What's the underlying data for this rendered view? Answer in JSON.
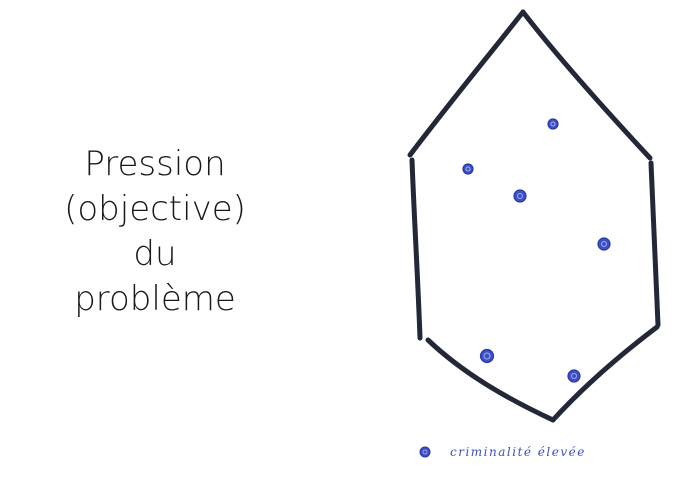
{
  "title": {
    "lines": [
      "Pression",
      "(objective)",
      "du",
      "problème"
    ]
  },
  "legend": {
    "label": "criminalité élevée",
    "marker_icon": "blue-dot-icon"
  },
  "colors": {
    "text": "#1a1a1a",
    "outline": "#222838",
    "dot": "#3d4fc7",
    "legend_text": "#3d4fc7"
  },
  "dots_count_shown": 6
}
